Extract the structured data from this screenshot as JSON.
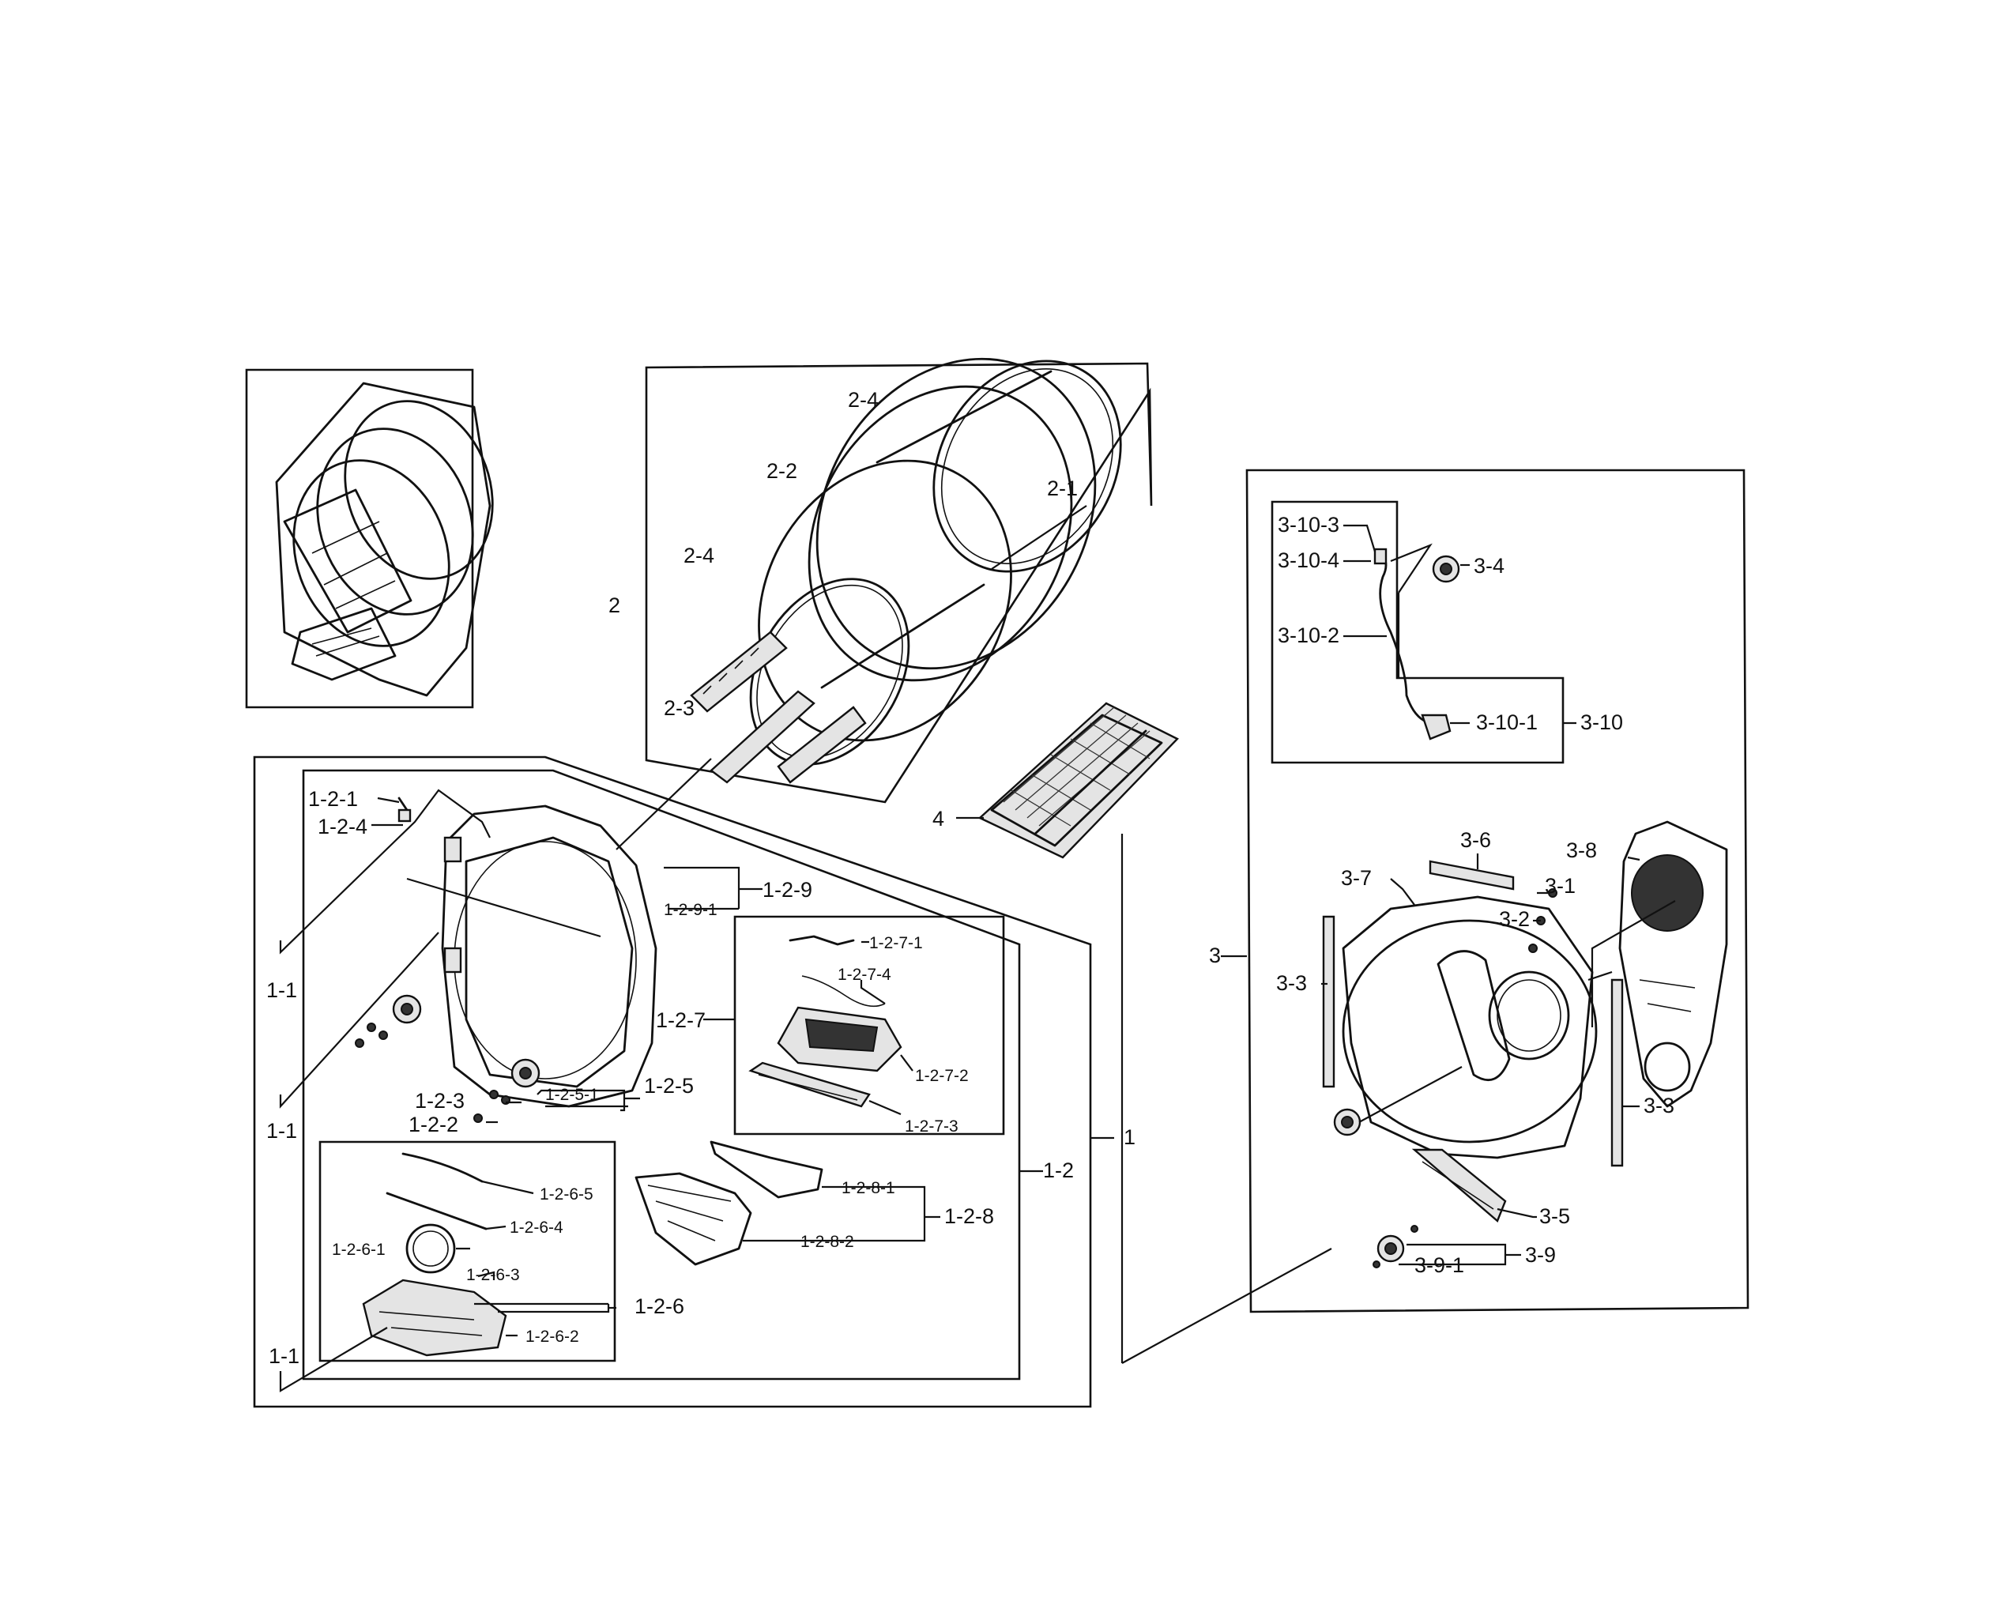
{
  "labels": {
    "l_1": "1",
    "l_1_1a": "1-1",
    "l_1_1b": "1-1",
    "l_1_1c": "1-1",
    "l_1_2": "1-2",
    "l_1_2_1": "1-2-1",
    "l_1_2_2": "1-2-2",
    "l_1_2_3": "1-2-3",
    "l_1_2_4": "1-2-4",
    "l_1_2_5": "1-2-5",
    "l_1_2_5_1": "1-2-5-1",
    "l_1_2_6": "1-2-6",
    "l_1_2_6_1": "1-2-6-1",
    "l_1_2_6_2": "1-2-6-2",
    "l_1_2_6_3": "1-2-6-3",
    "l_1_2_6_4": "1-2-6-4",
    "l_1_2_6_5": "1-2-6-5",
    "l_1_2_7": "1-2-7",
    "l_1_2_7_1": "1-2-7-1",
    "l_1_2_7_2": "1-2-7-2",
    "l_1_2_7_3": "1-2-7-3",
    "l_1_2_7_4": "1-2-7-4",
    "l_1_2_8": "1-2-8",
    "l_1_2_8_1": "1-2-8-1",
    "l_1_2_8_2": "1-2-8-2",
    "l_1_2_9": "1-2-9",
    "l_1_2_9_1": "1-2-9-1",
    "l_2": "2",
    "l_2_1": "2-1",
    "l_2_2": "2-2",
    "l_2_3": "2-3",
    "l_2_4a": "2-4",
    "l_2_4b": "2-4",
    "l_3": "3",
    "l_3_1": "3-1",
    "l_3_2": "3-2",
    "l_3_3a": "3-3",
    "l_3_3b": "3-3",
    "l_3_4": "3-4",
    "l_3_5": "3-5",
    "l_3_6": "3-6",
    "l_3_7": "3-7",
    "l_3_8": "3-8",
    "l_3_9": "3-9",
    "l_3_9_1": "3-9-1",
    "l_3_10": "3-10",
    "l_3_10_1": "3-10-1",
    "l_3_10_2": "3-10-2",
    "l_3_10_3": "3-10-3",
    "l_3_10_4": "3-10-4",
    "l_4": "4"
  }
}
